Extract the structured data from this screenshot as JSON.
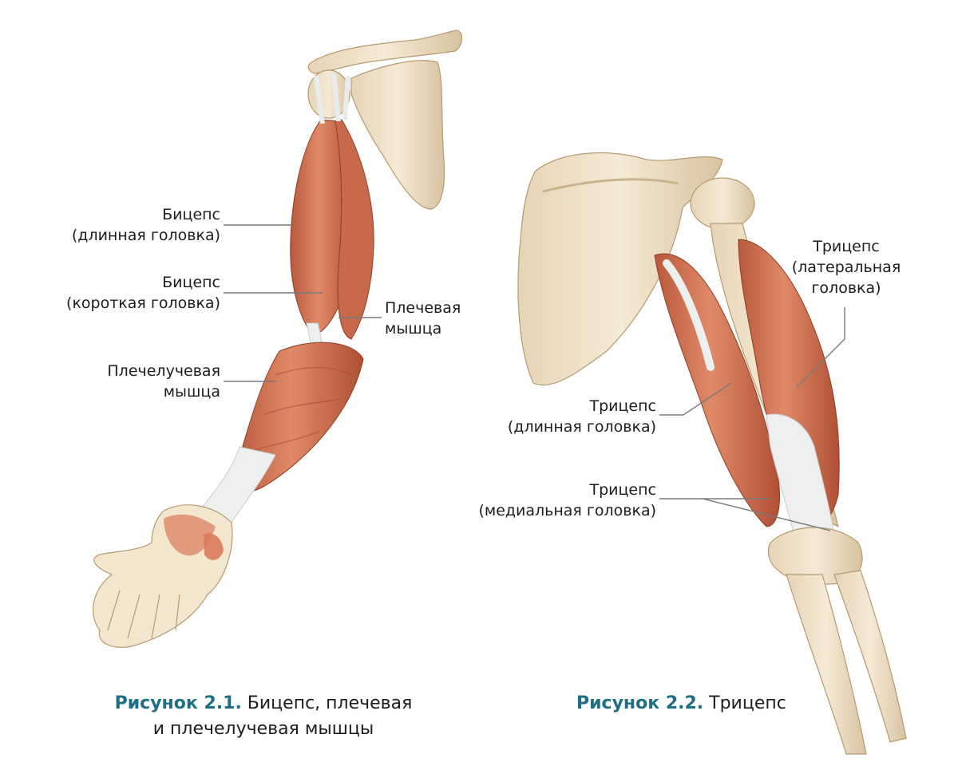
{
  "labels": {
    "biceps_long": [
      "Бицепс",
      "(длинная головка)"
    ],
    "biceps_short": [
      "Бицепс",
      "(короткая головка)"
    ],
    "brachialis": [
      "Плечевая",
      "мышца"
    ],
    "brachioradialis": [
      "Плечелучевая",
      "мышца"
    ],
    "triceps_lateral": [
      "Трицепс",
      "(латеральная",
      "головка)"
    ],
    "triceps_long": [
      "Трицепс",
      "(длинная головка)"
    ],
    "triceps_medial": [
      "Трицепс",
      "(медиальная головка)"
    ]
  },
  "captions": {
    "fig1": {
      "number": "Рисунок 2.1.",
      "text_line1": " Бицепс, плечевая",
      "text_line2": "и плечелучевая мышцы"
    },
    "fig2": {
      "number": "Рисунок 2.2.",
      "text": " Трицепс"
    }
  },
  "colors": {
    "caption_accent": "#1e6f84",
    "bone": "#f1e4cc",
    "bone_shade": "#d9c6a5",
    "muscle": "#d9795a",
    "muscle_dark": "#b4553a",
    "tendon": "#eef0f0"
  }
}
